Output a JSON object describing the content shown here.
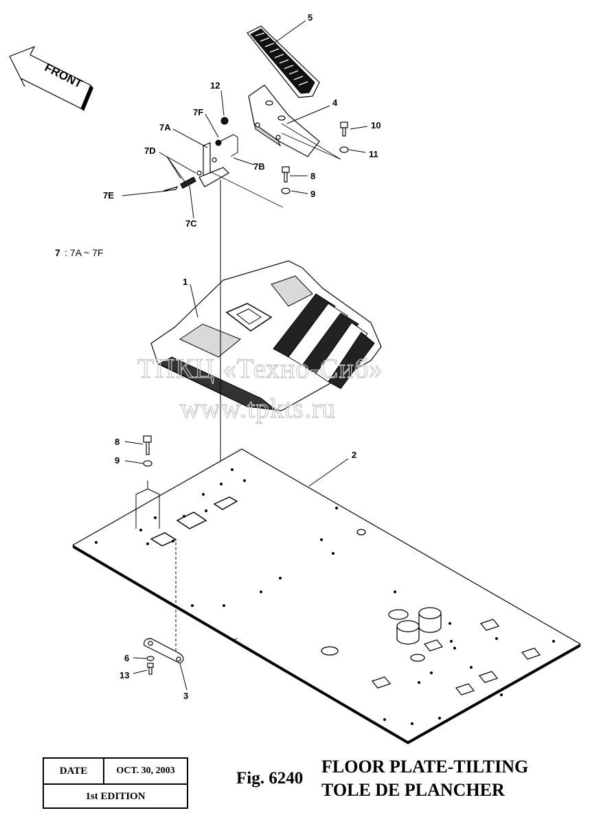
{
  "direction_label": "FRONT",
  "callouts": {
    "c5": "5",
    "c12": "12",
    "c4": "4",
    "c7F": "7F",
    "c7A": "7A",
    "c10": "10",
    "c7D": "7D",
    "c11": "11",
    "c7B": "7B",
    "c8a": "8",
    "c9a": "9",
    "c7E": "7E",
    "c7C": "7C",
    "c1": "1",
    "c2": "2",
    "c8b": "8",
    "c9b": "9",
    "c6": "6",
    "c13": "13",
    "c3": "3"
  },
  "group_note": {
    "num": "7",
    "text": ": 7A ~ 7F"
  },
  "watermark": {
    "line1": "ТПКЦ «Техно-Сиб»",
    "line2": "www.tpkts.ru"
  },
  "date_box": {
    "date_label": "DATE",
    "date_value": "OCT. 30, 2003",
    "edition": "1st EDITION"
  },
  "figure": {
    "number": "Fig. 6240",
    "title_en": "FLOOR PLATE-TILTING",
    "title_fr": "TOLE DE PLANCHER"
  }
}
